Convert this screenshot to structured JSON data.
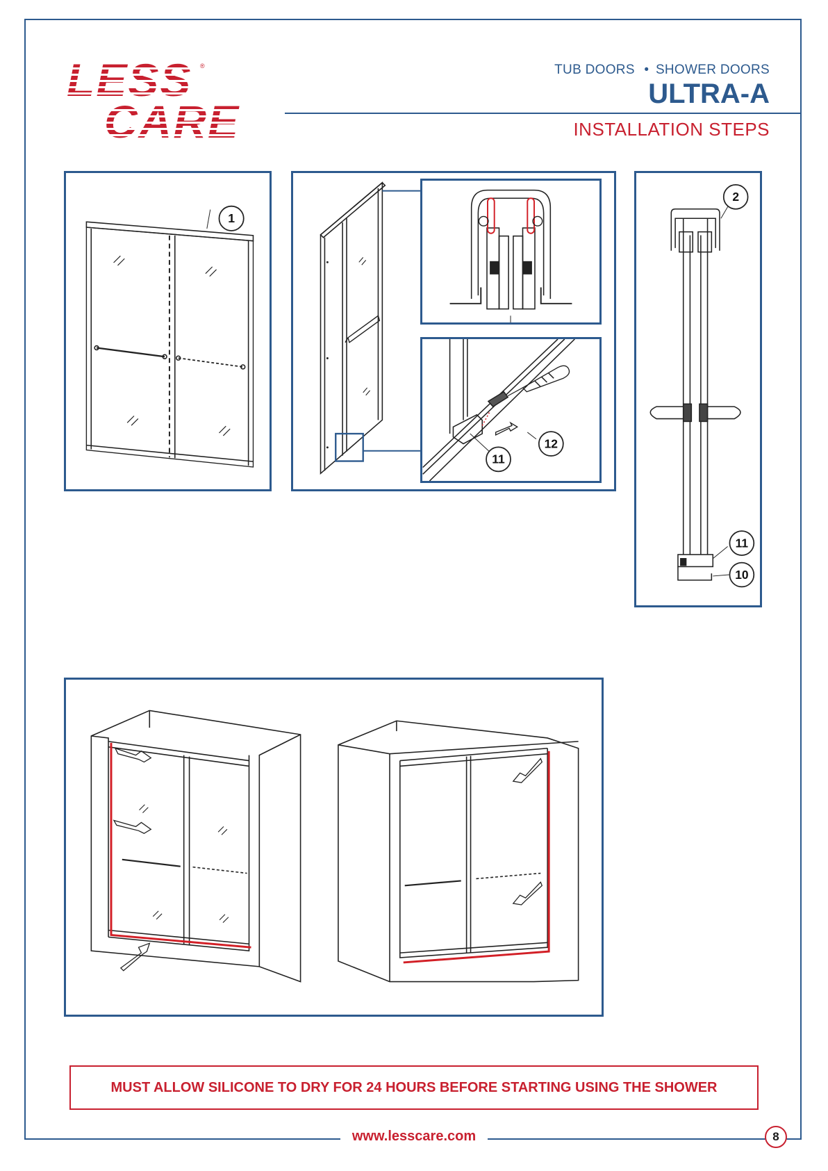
{
  "brand": {
    "logo_line1": "LESS",
    "logo_line2": "CARE",
    "registered_mark": "®",
    "red": "#c8202f",
    "blue": "#2d5a8e"
  },
  "header": {
    "subtitle_left": "TUB DOORS",
    "subtitle_bullet": "•",
    "subtitle_right": "SHOWER DOORS",
    "title": "ULTRA-A",
    "section": "INSTALLATION STEPS"
  },
  "figures": {
    "front_view": {
      "callouts": [
        "1"
      ]
    },
    "roller_detail": {
      "callouts": [
        "12",
        "11"
      ]
    },
    "side_section": {
      "callouts": [
        "2",
        "11",
        "10"
      ]
    },
    "silicone_application": {
      "sealant_color": "#d21f26"
    }
  },
  "warning": {
    "text": "MUST ALLOW SILICONE TO DRY FOR 24 HOURS BEFORE STARTING USING THE SHOWER"
  },
  "footer": {
    "url": "www.lesscare.com",
    "page_number": "8"
  }
}
